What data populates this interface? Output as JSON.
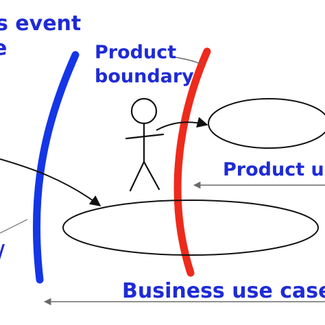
{
  "labels": {
    "business_event": "s event",
    "fragment_top_left": "e",
    "product_boundary_line1": "Product",
    "product_boundary_line2": "boundary",
    "product_use_case": "Product use",
    "business_use_case": "Business use case",
    "fragment_bottom_left": "/"
  },
  "colors": {
    "label_text": "#1f2bd6",
    "business_boundary": "#1436e6",
    "product_boundary": "#ee2a1c",
    "outline": "#111111",
    "thin_arrow": "#6a6a6a"
  }
}
